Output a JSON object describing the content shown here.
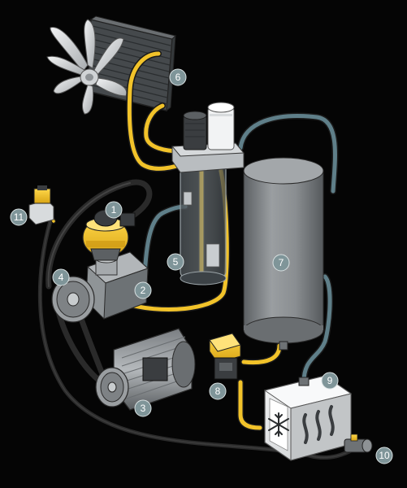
{
  "diagram": {
    "labels": {
      "l1": "1",
      "l2": "2",
      "l3": "3",
      "l4": "4",
      "l5": "5",
      "l6": "6",
      "l7": "7",
      "l8": "8",
      "l9": "9",
      "l10": "10",
      "l11": "11"
    },
    "colors": {
      "background": "#050505",
      "oil_line": "#f2c32a",
      "air_line": "#5f7f89",
      "badge_fill": "#7f9599",
      "tank": "#8a8d90",
      "metal_gray": "#9ea3a7",
      "dryer_body": "#e4e6e7"
    },
    "icons": {
      "dryer_symbol": "snowflake-icon"
    }
  }
}
